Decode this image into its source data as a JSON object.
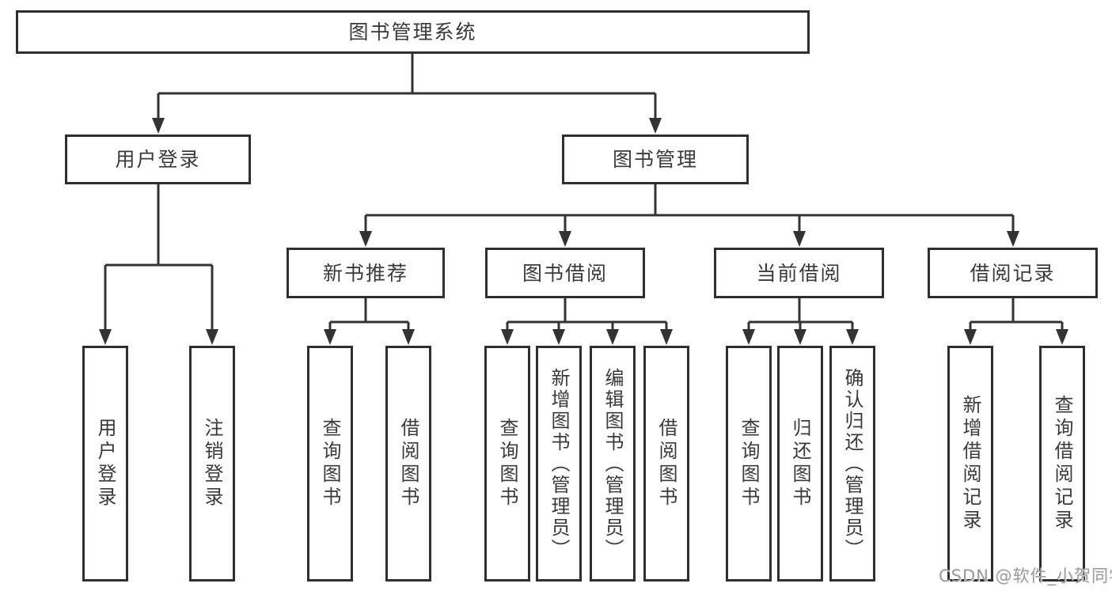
{
  "diagram": {
    "colors": {
      "line": "#333333",
      "border": "#2f2f2f",
      "text": "#3a3a3a",
      "watermark_text": "#9b9b9f",
      "background": "#ffffff"
    },
    "tree": {
      "label": "图书管理系统",
      "children": [
        {
          "label": "用户登录",
          "children": [
            {
              "label": "用户登录"
            },
            {
              "label": "注销登录"
            }
          ]
        },
        {
          "label": "图书管理",
          "children": [
            {
              "label": "新书推荐",
              "children": [
                {
                  "label": "查询图书"
                },
                {
                  "label": "借阅图书"
                }
              ]
            },
            {
              "label": "图书借阅",
              "children": [
                {
                  "label": "查询图书"
                },
                {
                  "label": "新增图书（管理员）"
                },
                {
                  "label": "编辑图书（管理员）"
                },
                {
                  "label": "借阅图书"
                }
              ]
            },
            {
              "label": "当前借阅",
              "children": [
                {
                  "label": "查询图书"
                },
                {
                  "label": "归还图书"
                },
                {
                  "label": "确认归还（管理员）"
                }
              ]
            },
            {
              "label": "借阅记录",
              "children": [
                {
                  "label": "新增借阅记录"
                },
                {
                  "label": "查询借阅记录"
                }
              ]
            }
          ]
        }
      ]
    },
    "watermark": {
      "text": "CSDN @软件_小贺同学"
    }
  }
}
